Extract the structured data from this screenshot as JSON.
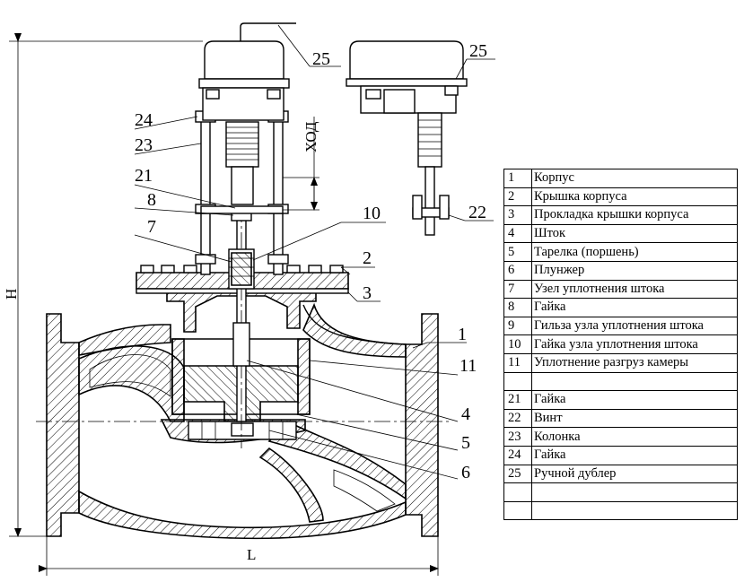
{
  "callouts": {
    "c25a": "25",
    "c25b": "25",
    "c24": "24",
    "c23": "23",
    "c21": "21",
    "c8": "8",
    "c7": "7",
    "c10": "10",
    "c2": "2",
    "c3": "3",
    "c1": "1",
    "c11": "11",
    "c4": "4",
    "c5": "5",
    "c6": "6",
    "c22": "22"
  },
  "dimensions": {
    "height": "H",
    "length": "L",
    "stroke": "ХОД"
  },
  "parts": [
    {
      "num": "1",
      "name": "Корпус"
    },
    {
      "num": "2",
      "name": "Крышка корпуса"
    },
    {
      "num": "3",
      "name": "Прокладка крышки корпуса"
    },
    {
      "num": "4",
      "name": "Шток"
    },
    {
      "num": "5",
      "name": "Тарелка (поршень)"
    },
    {
      "num": "6",
      "name": "Плунжер"
    },
    {
      "num": "7",
      "name": "Узел уплотнения штока"
    },
    {
      "num": "8",
      "name": "Гайка"
    },
    {
      "num": "9",
      "name": "Гильза узла уплотнения штока"
    },
    {
      "num": "10",
      "name": "Гайка узла уплотнения штока"
    },
    {
      "num": "11",
      "name": "Уплотнение разгруз   камеры"
    },
    {
      "num": "",
      "name": ""
    },
    {
      "num": "21",
      "name": "Гайка"
    },
    {
      "num": "22",
      "name": "Винт"
    },
    {
      "num": "23",
      "name": "Колонка"
    },
    {
      "num": "24",
      "name": "Гайка"
    },
    {
      "num": "25",
      "name": "Ручной дублер"
    },
    {
      "num": "",
      "name": ""
    },
    {
      "num": "",
      "name": ""
    }
  ]
}
